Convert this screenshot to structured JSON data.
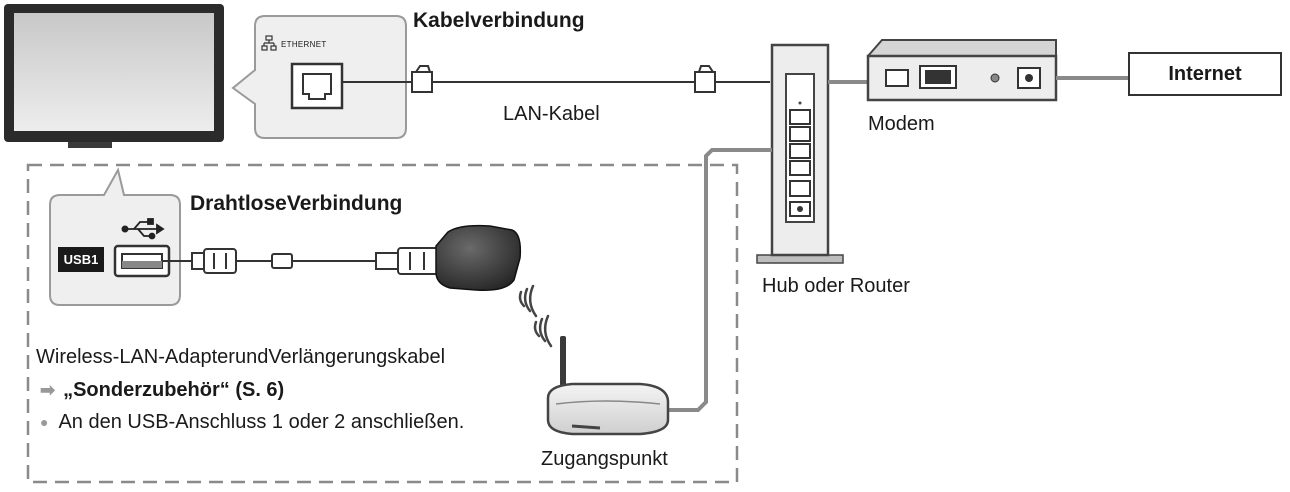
{
  "labels": {
    "cable_connection": "Kabelverbindung",
    "ethernet_port": "ETHERNET",
    "lan_cable": "LAN-Kabel",
    "modem": "Modem",
    "internet": "Internet",
    "wireless_connection": "DrahtloseVerbindung",
    "usb1_port": "USB1",
    "hub_router": "Hub oder Router",
    "adapter_caption": "Wireless-LAN-AdapterundVerlängerungskabel",
    "accessory_ref": "„Sonderzubehör“ (S. 6)",
    "usb_note": "An den USB-Anschluss 1 oder 2 anschließen.",
    "access_point": "Zugangspunkt"
  },
  "icons": [
    "tv-icon",
    "ethernet-icon",
    "lan-plug-icon",
    "usb-symbol-icon",
    "usb-plug-icon",
    "wireless-adapter-icon",
    "wifi-waves-icon",
    "access-point-icon",
    "hub-router-icon",
    "modem-icon",
    "arrow-right-icon",
    "bullet-icon"
  ]
}
